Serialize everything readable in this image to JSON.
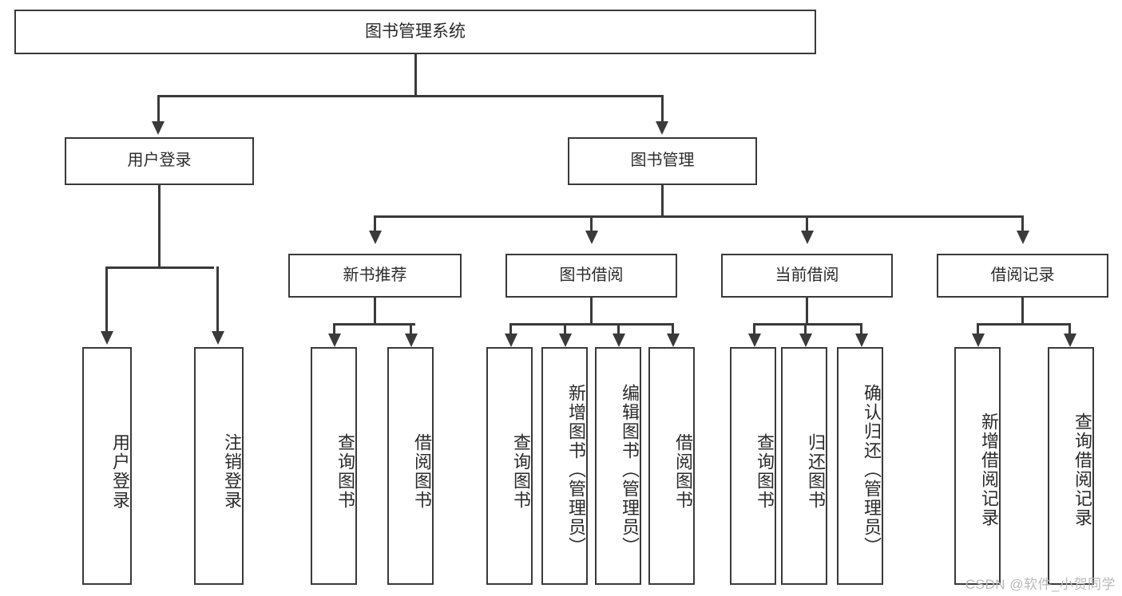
{
  "diagram": {
    "type": "tree",
    "title": "图书管理系统",
    "root": {
      "label": "图书管理系统"
    },
    "level1": [
      {
        "label": "用户登录"
      },
      {
        "label": "图书管理"
      }
    ],
    "level2": [
      {
        "label": "新书推荐"
      },
      {
        "label": "图书借阅"
      },
      {
        "label": "当前借阅"
      },
      {
        "label": "借阅记录"
      }
    ],
    "leaves": {
      "user_login": [
        {
          "label": "用户登录"
        },
        {
          "label": "注销登录"
        }
      ],
      "new_book_recommend": [
        {
          "label": "查询图书"
        },
        {
          "label": "借阅图书"
        }
      ],
      "book_borrow": [
        {
          "label": "查询图书"
        },
        {
          "label": "新增图书（管理员）"
        },
        {
          "label": "编辑图书（管理员）"
        },
        {
          "label": "借阅图书"
        }
      ],
      "current_borrow": [
        {
          "label": "查询图书"
        },
        {
          "label": "归还图书"
        },
        {
          "label": "确认归还（管理员）"
        }
      ],
      "borrow_record": [
        {
          "label": "新增借阅记录"
        },
        {
          "label": "查询借阅记录"
        }
      ]
    }
  },
  "watermark": {
    "text": "CSDN @软件_小贺同学"
  },
  "colors": {
    "stroke": "#3a3a3a",
    "text": "#2b2b2b",
    "background": "#ffffff",
    "watermark": "#b9b9b9"
  }
}
